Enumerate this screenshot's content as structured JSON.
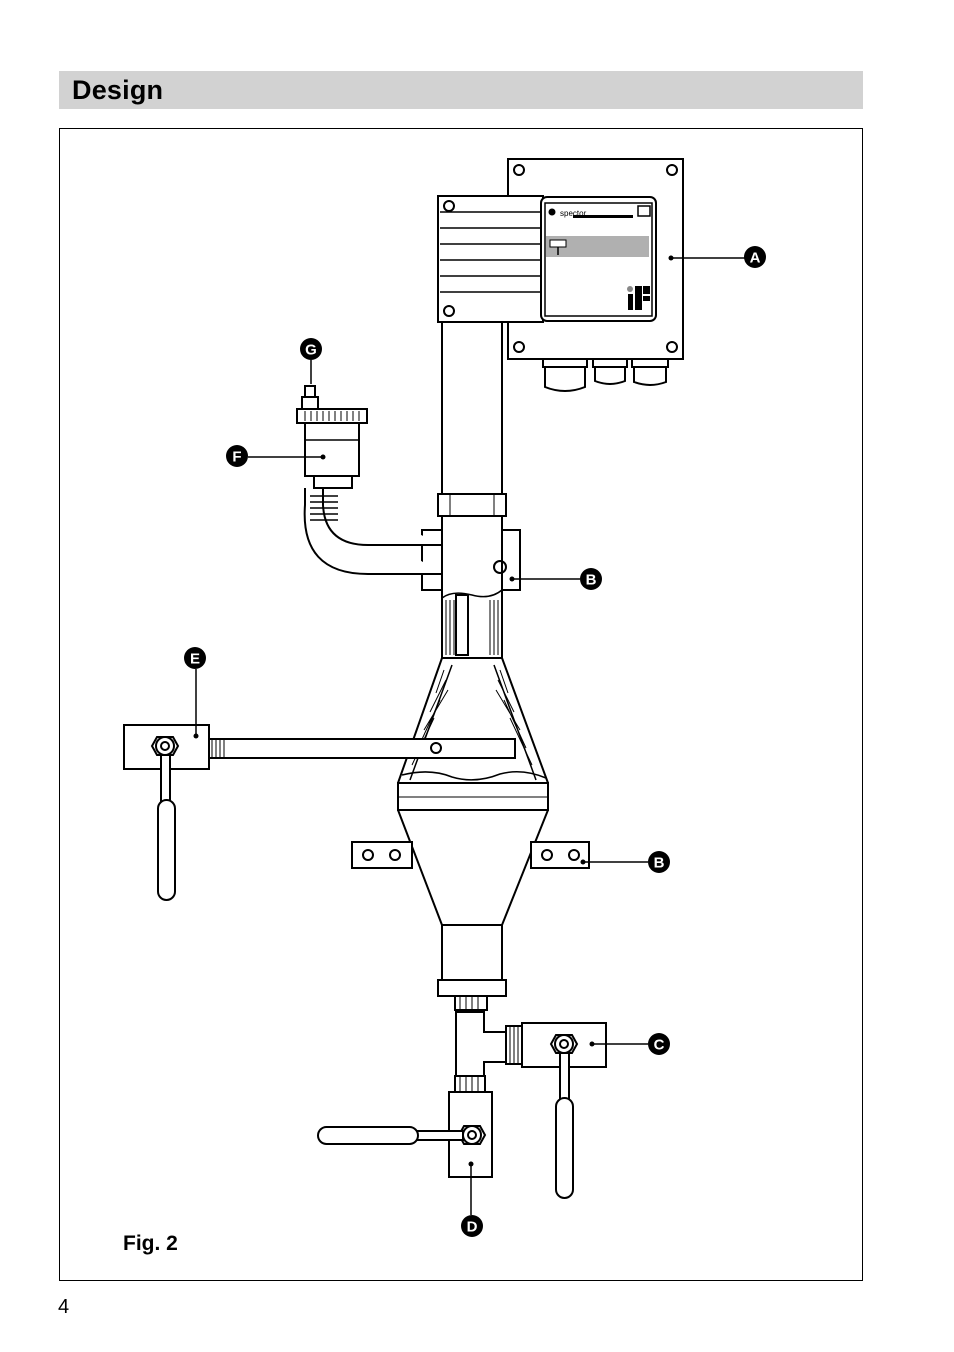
{
  "section": {
    "title": "Design"
  },
  "figure": {
    "caption": "Fig. 2",
    "brand": "spector",
    "callouts": [
      {
        "id": "A",
        "label": "A"
      },
      {
        "id": "B1",
        "label": "B"
      },
      {
        "id": "B2",
        "label": "B"
      },
      {
        "id": "C",
        "label": "C"
      },
      {
        "id": "D",
        "label": "D"
      },
      {
        "id": "E",
        "label": "E"
      },
      {
        "id": "F",
        "label": "F"
      },
      {
        "id": "G",
        "label": "G"
      }
    ]
  },
  "page": {
    "number": "4"
  }
}
